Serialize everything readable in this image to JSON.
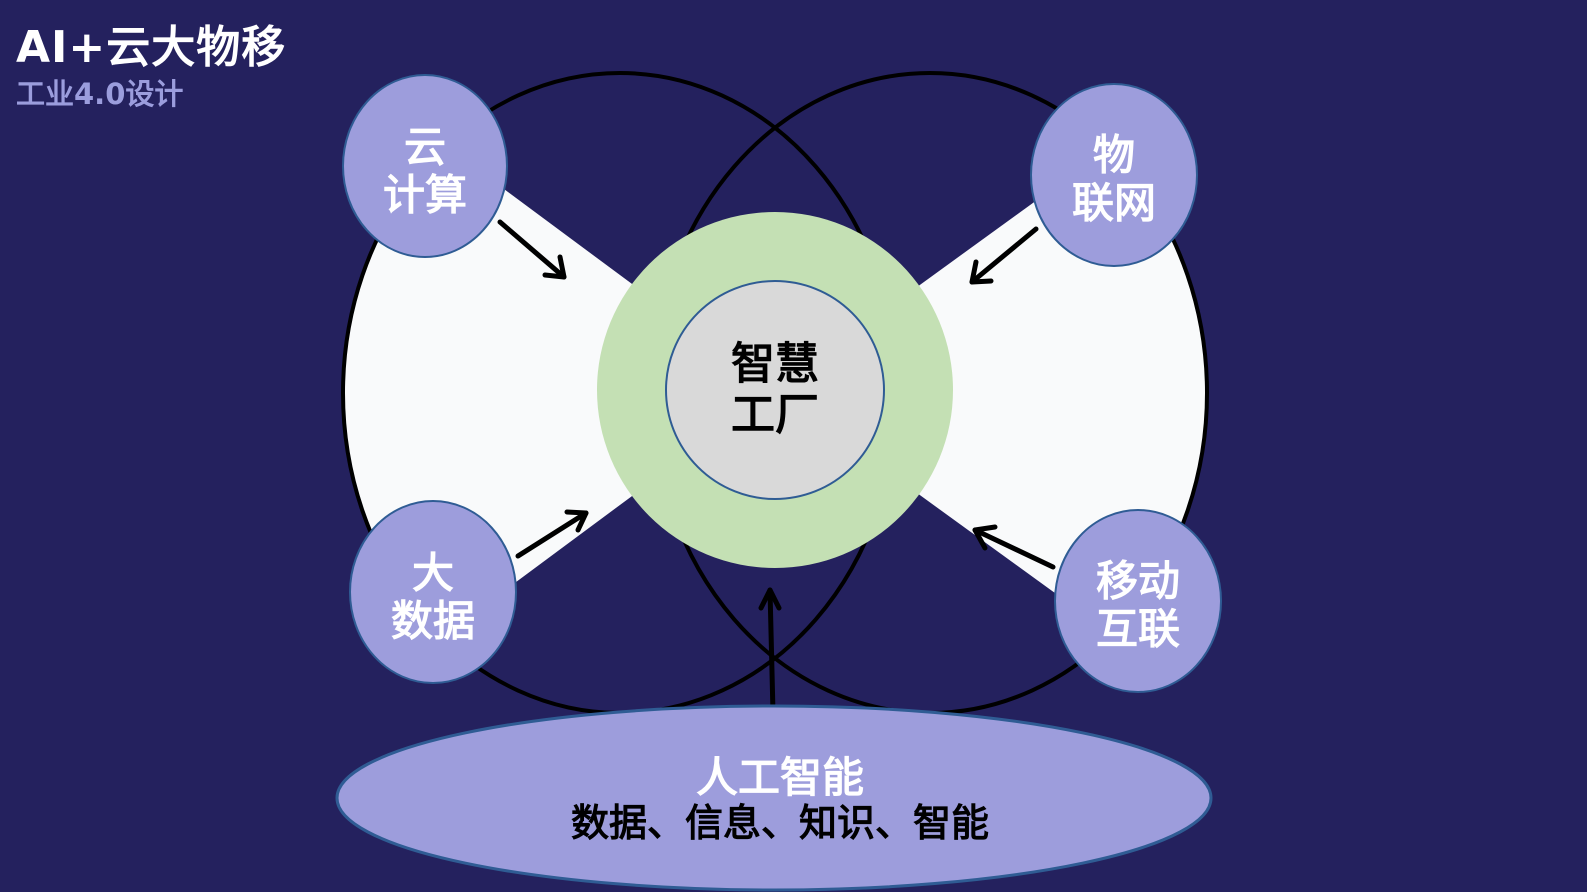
{
  "header": {
    "title": "AI+云大物移",
    "subtitle": "工业4.0设计"
  },
  "colors": {
    "background": "#24215e",
    "node_fill": "#9d9ddc",
    "node_stroke": "#2f5c94",
    "ring_fill": "#c4e0b4",
    "core_fill": "#d9d9d9",
    "bowtie_fill": "#f9fafb",
    "outline": "#000000",
    "subtitle": "#9b9ddd"
  },
  "center": {
    "line1": "智慧",
    "line2": "工厂"
  },
  "nodes": [
    {
      "id": "cloud",
      "line1": "云",
      "line2": "计算",
      "icon": "cloud-computing-node"
    },
    {
      "id": "iot",
      "line1": "物",
      "line2": "联网",
      "icon": "iot-node"
    },
    {
      "id": "bigdata",
      "line1": "大",
      "line2": "数据",
      "icon": "big-data-node"
    },
    {
      "id": "mobile",
      "line1": "移动",
      "line2": "互联",
      "icon": "mobile-internet-node"
    }
  ],
  "foundation": {
    "title": "人工智能",
    "subtitle": "数据、信息、知识、智能"
  },
  "arrows": [
    "cloud-to-center",
    "iot-to-center",
    "bigdata-to-center",
    "mobile-to-center",
    "ai-to-center"
  ]
}
